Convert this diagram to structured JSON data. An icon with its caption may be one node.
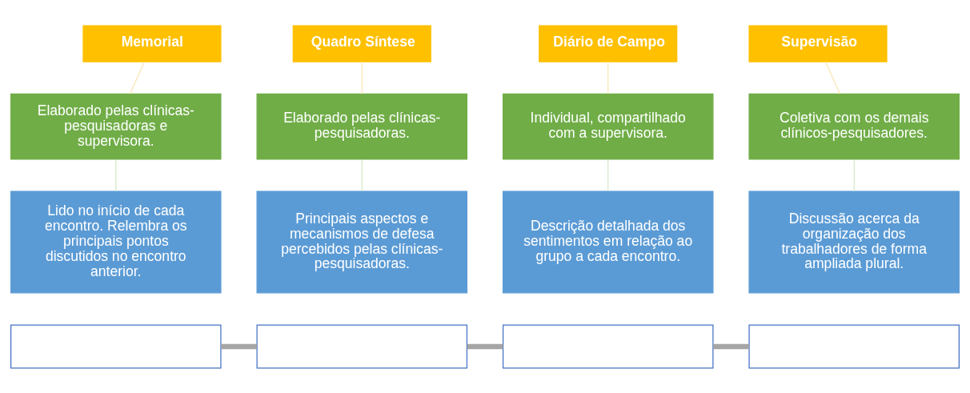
{
  "diagram": {
    "nodes": [
      {
        "text": [],
        "shape": "box"
      },
      {
        "text": [
          "Memorial"
        ]
      },
      {
        "text": [
          "Elaborado pelas clínicas-pesquisadoras e supervisora."
        ]
      },
      {
        "text": [
          "Lido no início de cada encontro. Relembra os principais pontos discutidos no encontro anterior."
        ]
      },
      {
        "text": [],
        "shape": "box"
      },
      {
        "text": [
          "Quadro Síntese"
        ]
      },
      {
        "text": [
          "Elaborado pelas clínicas-pesquisadoras."
        ]
      },
      {
        "text": [
          "Principais aspectos e mecanismos de defesa percebidos pelas clínicas-pesquisadoras."
        ]
      },
      {
        "text": [],
        "shape": "box"
      },
      {
        "text": [
          "Diário de Campo"
        ]
      },
      {
        "text": [
          "Individual, compartilhado com a supervisora."
        ]
      },
      {
        "text": [
          "Descrição detalhada dos sentimentos em relação ao grupo a cada encontro."
        ]
      },
      {
        "text": [],
        "shape": "box"
      },
      {
        "text": [
          "Supervisão"
        ]
      },
      {
        "text": [
          "Coletiva com os demais clínicos-pesquisadores."
        ]
      },
      {
        "text": [
          "Discussão acerca da organização dos trabalhadores de forma ampliada plural."
        ]
      }
    ],
    "edges": [
      {
        "from": 1,
        "to": 2,
        "arrow": "none",
        "color": "#fbe5b6"
      },
      {
        "from": 2,
        "to": 3,
        "arrow": "none",
        "color": "#d5e8c8"
      },
      {
        "from": 5,
        "to": 6,
        "arrow": "none",
        "color": "#fbe5b6"
      },
      {
        "from": 6,
        "to": 7,
        "arrow": "none",
        "color": "#d5e8c8"
      },
      {
        "from": 9,
        "to": 10,
        "arrow": "none",
        "color": "#fbe5b6"
      },
      {
        "from": 10,
        "to": 11,
        "arrow": "none",
        "color": "#d5e8c8"
      },
      {
        "from": 13,
        "to": 14,
        "arrow": "none",
        "color": "#fbe5b6"
      },
      {
        "from": 14,
        "to": 15,
        "arrow": "none",
        "color": "#d5e8c8"
      },
      {
        "from": 0,
        "to": 4,
        "arrow": "none",
        "style": "thick",
        "color": "#a5a5a5"
      },
      {
        "from": 4,
        "to": 8,
        "arrow": "none",
        "style": "thick",
        "color": "#a5a5a5"
      },
      {
        "from": 8,
        "to": 12,
        "arrow": "none",
        "style": "thick",
        "color": "#a5a5a5"
      }
    ]
  }
}
